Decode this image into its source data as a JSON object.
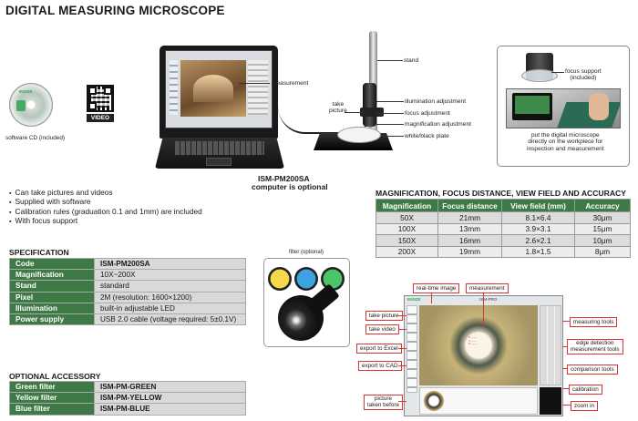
{
  "title": "DIGITAL MEASURING MICROSCOPE",
  "cd_label": "software CD (included)",
  "qr_label": "VIDEO",
  "cd_disc_text": "INSIZE",
  "product_labels": {
    "measurement": "measurement",
    "stand": "stand",
    "take_picture": "take\npicture",
    "illumination_adjustment": "illumination adjustment",
    "focus_adjustment": "focus adjustment",
    "magnification_adjustment": "magnification adjustment",
    "plate": "white/black plate"
  },
  "model_caption": "ISM-PM200SA",
  "computer_caption": "computer is optional",
  "focus_support_label": "focus support\n(included)",
  "workpiece_caption": "put the digital microscope\ndirectly on the workpiece for\ninspection and measurement",
  "features": [
    "Can take pictures and videos",
    "Supplied with software",
    "Calibration rules (graduation 0.1 and 1mm) are included",
    "With focus support"
  ],
  "magnification_table": {
    "title": "MAGNIFICATION, FOCUS DISTANCE, VIEW FIELD AND ACCURACY",
    "headers": [
      "Magnification",
      "Focus distance",
      "View field (mm)",
      "Accuracy"
    ],
    "rows": [
      [
        "50X",
        "21mm",
        "8.1×6.4",
        "30μm"
      ],
      [
        "100X",
        "13mm",
        "3.9×3.1",
        "15μm"
      ],
      [
        "150X",
        "16mm",
        "2.6×2.1",
        "10μm"
      ],
      [
        "200X",
        "19mm",
        "1.8×1.5",
        "8μm"
      ]
    ]
  },
  "specification": {
    "title": "SPECIFICATION",
    "rows": [
      [
        "Code",
        "ISM-PM200SA"
      ],
      [
        "Magnification",
        "10X~200X"
      ],
      [
        "Stand",
        "standard"
      ],
      [
        "Pixel",
        "2M (resolution: 1600×1200)"
      ],
      [
        "Illumination",
        "built-in adjustable LED"
      ],
      [
        "Power supply",
        "USB 2.0 cable (voltage required: 5±0.1V)"
      ]
    ]
  },
  "filter_label": "filter (optional)",
  "accessory": {
    "title": "OPTIONAL ACCESSORY",
    "rows": [
      [
        "Green filter",
        "ISM-PM-GREEN"
      ],
      [
        "Yellow filter",
        "ISM-PM-YELLOW"
      ],
      [
        "Blue filter",
        "ISM-PM-BLUE"
      ]
    ]
  },
  "software": {
    "top_labels": {
      "realtime": "real-time image",
      "measurement": "measurement"
    },
    "window_title": "ISM-PRO",
    "logo": "INSIZE",
    "left_labels": [
      "take picture",
      "take video",
      "export to Excel",
      "export to CAD",
      "picture\ntaken before"
    ],
    "right_labels": [
      "measuring tools",
      "edge detection\nmeasurement tools",
      "comparison tools",
      "calibration",
      "zoom in"
    ]
  },
  "colors": {
    "green": "#3d7a45",
    "red_callout": "#d33",
    "gray_row": "#d9d9d9"
  }
}
